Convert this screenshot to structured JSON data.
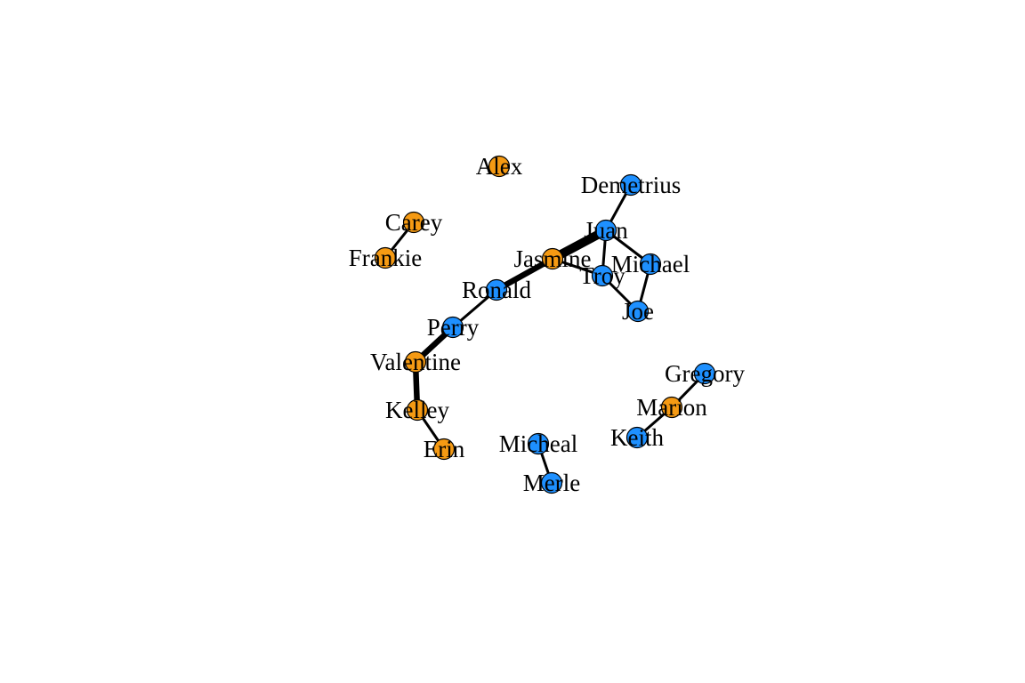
{
  "colors": {
    "blue": "#1e90ff",
    "orange": "#f59a13",
    "edge": "#000000",
    "background": "#ffffff"
  },
  "nodes": [
    {
      "id": "Alex",
      "label": "Alex",
      "color": "orange"
    },
    {
      "id": "Demetrius",
      "label": "Demetrius",
      "color": "blue"
    },
    {
      "id": "Carey",
      "label": "Carey",
      "color": "orange"
    },
    {
      "id": "Frankie",
      "label": "Frankie",
      "color": "orange"
    },
    {
      "id": "Juan",
      "label": "Juan",
      "color": "blue"
    },
    {
      "id": "Jasmine",
      "label": "Jasmine",
      "color": "orange"
    },
    {
      "id": "Michael",
      "label": "Michael",
      "color": "blue"
    },
    {
      "id": "Troy",
      "label": "Troy",
      "color": "blue"
    },
    {
      "id": "Ronald",
      "label": "Ronald",
      "color": "blue"
    },
    {
      "id": "Joe",
      "label": "Joe",
      "color": "blue"
    },
    {
      "id": "Perry",
      "label": "Perry",
      "color": "blue"
    },
    {
      "id": "Valentine",
      "label": "Valentine",
      "color": "orange"
    },
    {
      "id": "Gregory",
      "label": "Gregory",
      "color": "blue"
    },
    {
      "id": "Kelley",
      "label": "Kelley",
      "color": "orange"
    },
    {
      "id": "Marion",
      "label": "Marion",
      "color": "orange"
    },
    {
      "id": "Keith",
      "label": "Keith",
      "color": "blue"
    },
    {
      "id": "Erin",
      "label": "Erin",
      "color": "orange"
    },
    {
      "id": "Micheal",
      "label": "Micheal",
      "color": "blue"
    },
    {
      "id": "Merle",
      "label": "Merle",
      "color": "blue"
    }
  ],
  "edges": [
    {
      "source": "Juan",
      "target": "Demetrius",
      "weight": 1
    },
    {
      "source": "Carey",
      "target": "Frankie",
      "weight": 1
    },
    {
      "source": "Jasmine",
      "target": "Juan",
      "weight": 3
    },
    {
      "source": "Jasmine",
      "target": "Troy",
      "weight": 1
    },
    {
      "source": "Juan",
      "target": "Troy",
      "weight": 1
    },
    {
      "source": "Juan",
      "target": "Michael",
      "weight": 1
    },
    {
      "source": "Troy",
      "target": "Joe",
      "weight": 1
    },
    {
      "source": "Michael",
      "target": "Joe",
      "weight": 1
    },
    {
      "source": "Jasmine",
      "target": "Ronald",
      "weight": 2
    },
    {
      "source": "Ronald",
      "target": "Perry",
      "weight": 1
    },
    {
      "source": "Perry",
      "target": "Valentine",
      "weight": 2
    },
    {
      "source": "Valentine",
      "target": "Kelley",
      "weight": 2
    },
    {
      "source": "Kelley",
      "target": "Erin",
      "weight": 1
    },
    {
      "source": "Gregory",
      "target": "Marion",
      "weight": 1
    },
    {
      "source": "Marion",
      "target": "Keith",
      "weight": 1
    },
    {
      "source": "Micheal",
      "target": "Merle",
      "weight": 1
    }
  ]
}
